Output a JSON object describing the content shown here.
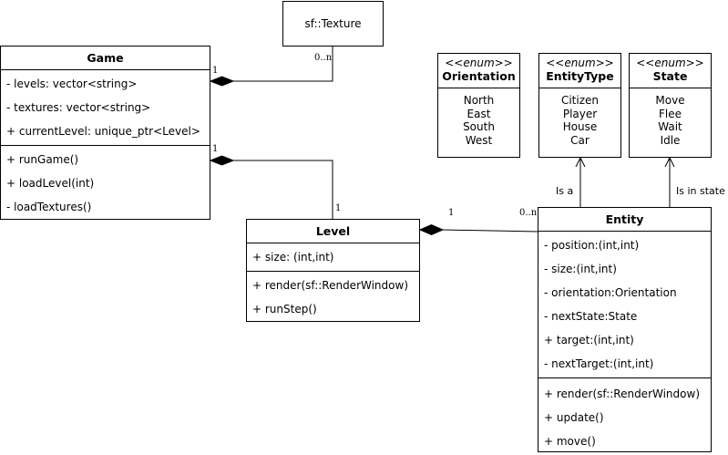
{
  "texture": {
    "name": "sf::Texture"
  },
  "game": {
    "name": "Game",
    "attributes": [
      "- levels: vector<string>",
      "- textures: vector<string>",
      "+ currentLevel: unique_ptr<Level>"
    ],
    "methods": [
      "+ runGame()",
      "+  loadLevel(int)",
      "-  loadTextures()"
    ]
  },
  "level": {
    "name": "Level",
    "attributes": [
      "+ size: (int,int)"
    ],
    "methods": [
      "+ render(sf::RenderWindow)",
      "+ runStep()"
    ]
  },
  "entity": {
    "name": "Entity",
    "attributes": [
      "- position:(int,int)",
      "- size:(int,int)",
      "- orientation:Orientation",
      "- nextState:State",
      "+ target:(int,int)",
      "- nextTarget:(int,int)"
    ],
    "methods": [
      "+ render(sf::RenderWindow)",
      "+ update()",
      "+ move()"
    ]
  },
  "enums": {
    "stereotype": "<<enum>>",
    "orientation": {
      "name": "Orientation",
      "values": [
        "North",
        "East",
        "South",
        "West"
      ]
    },
    "entity_type": {
      "name": "EntityType",
      "values": [
        "Citizen",
        "Player",
        "House",
        "Car"
      ]
    },
    "state": {
      "name": "State",
      "values": [
        "Move",
        "Flee",
        "Wait",
        "Idle"
      ]
    }
  },
  "relations": {
    "game_texture": {
      "near_game": "1",
      "near_texture": "0..n"
    },
    "game_level": {
      "near_game": "1",
      "near_level": "1"
    },
    "level_entity": {
      "near_level": "1",
      "near_entity": "0..n"
    },
    "entity_type_label": "Is a",
    "state_label": "Is in state"
  }
}
